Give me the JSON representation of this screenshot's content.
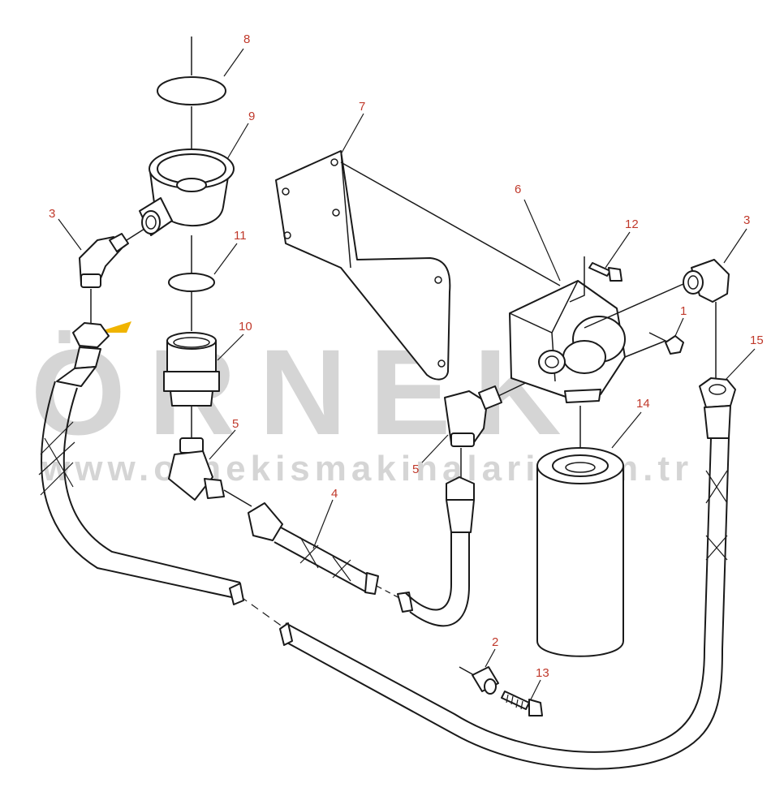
{
  "colors": {
    "line": "#1a1a1a",
    "callout": "#c0392b",
    "watermark": "#b4b4b4",
    "accent": "#f0b400"
  },
  "watermark": {
    "brand": "ÖRNEK",
    "url": "www.ornekismakinalari.com.tr"
  },
  "callouts": {
    "c1": "1",
    "c2": "2",
    "c3a": "3",
    "c3b": "3",
    "c4": "4",
    "c5a": "5",
    "c5b": "5",
    "c6": "6",
    "c7": "7",
    "c8": "8",
    "c9": "9",
    "c10": "10",
    "c11": "11",
    "c12": "12",
    "c13": "13",
    "c14": "14",
    "c15": "15"
  }
}
